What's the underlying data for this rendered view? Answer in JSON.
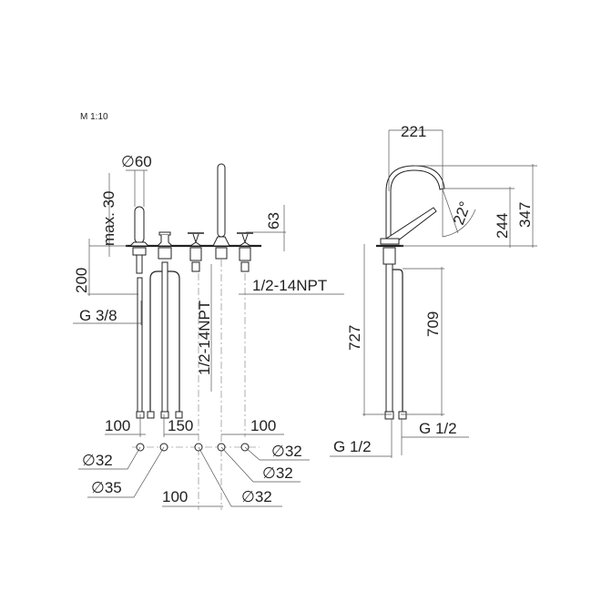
{
  "scale": "M 1:10",
  "front_view": {
    "dia_60": "60",
    "max_30": "max. 30",
    "dim_63": "63",
    "dim_200": "200",
    "g_3_8": "G 3/8",
    "npt_vertical": "1/2-14NPT",
    "npt_horizontal": "1/2-14NPT",
    "spacing_100_left": "100",
    "spacing_150": "150",
    "spacing_100_right": "100",
    "spacing_100_bottom": "100",
    "hole_dia_32_a": "32",
    "hole_dia_35": "35",
    "hole_dia_32_b": "32",
    "hole_dia_32_c": "32",
    "hole_dia_32_d": "32"
  },
  "side_view": {
    "reach_221": "221",
    "angle_22": "22°",
    "height_244": "244",
    "height_347": "347",
    "length_727": "727",
    "length_709": "709",
    "g_1_2_left": "G 1/2",
    "g_1_2_right": "G 1/2"
  },
  "diameter_symbol": "∅"
}
